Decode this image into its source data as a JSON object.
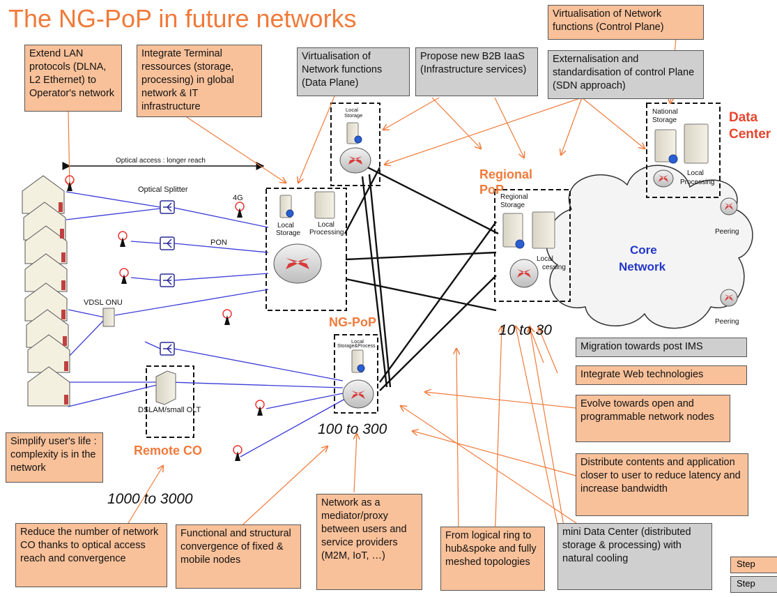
{
  "title": "The NG-PoP in future networks",
  "boxes": {
    "extend_lan": "Extend LAN protocols (DLNA, L2 Ethernet) to Operator's network",
    "integrate_terminal": "Integrate Terminal ressources (storage, processing) in global network & IT infrastructure",
    "virt_data_plane": "Virtualisation of Network functions (Data Plane)",
    "b2b_iaas": "Propose new B2B IaaS (Infrastructure services)",
    "virt_control_plane": "Virtualisation of Network functions (Control Plane)",
    "externalisation": "Externalisation and standardisation of control Plane (SDN approach)",
    "migration_ims": "Migration towards post IMS",
    "integrate_web": "Integrate Web technologies",
    "evolve_open": "Evolve towards open and programmable network nodes",
    "distribute_contents": "Distribute contents and application closer to user to reduce latency and increase bandwidth",
    "mini_dc": "mini Data Center (distributed storage & processing) with natural cooling",
    "logical_ring": "From logical ring to hub&spoke and fully meshed topologies",
    "network_mediator": "Network as a mediator/proxy between users and service providers (M2M, IoT, …)",
    "functional_convergence": "Functional and structural convergence of fixed & mobile nodes",
    "reduce_co": "Reduce the number of network CO thanks to optical access reach and convergence",
    "simplify_life": "Simplify user's life : complexity is in the network"
  },
  "labels": {
    "optical_access": "Optical access : longer reach",
    "optical_splitter": "Optical Splitter",
    "pon": "PON",
    "four_g": "4G",
    "vdsl_onu": "VDSL ONU",
    "dslam": "DSLAM/small OLT",
    "remote_co": "Remote  CO",
    "ng_pop": "NG-PoP",
    "regional_pop_1": "Regional",
    "regional_pop_2": "PoP",
    "data_center_1": "Data",
    "data_center_2": "Center",
    "core_network_1": "Core",
    "core_network_2": "Network",
    "peering_1": "Peering",
    "peering_2": "Peering",
    "local_storage_top_1": "Local",
    "local_storage_top_2": "Storage",
    "local_storage_mid_1": "Local",
    "local_storage_mid_2": "Storage",
    "local_processing_mid_1": "Local",
    "local_processing_mid_2": "Processing",
    "local_storage_process_1": "Local",
    "local_storage_process_2": "Storage&Process",
    "regional_storage_1": "Regional",
    "regional_storage_2": "Storage",
    "regional_local_1": "Local",
    "regional_local_2": "cessing",
    "national_storage_1": "National",
    "national_storage_2": "Storage",
    "national_local_1": "Local",
    "national_local_2": "Processing",
    "range_regional": "10 to 30",
    "range_ngpop": "100 to 300",
    "range_co": "1000 to 3000"
  },
  "legend": [
    "Step",
    "Step"
  ],
  "colors": {
    "orange_box": "#f9c19a",
    "gray_box": "#cfcfcf",
    "title_orange": "#f07a3a",
    "data_center_red": "#e8452e",
    "core_blue": "#2236c8",
    "access_line_blue": "#3a3ad8",
    "arrow_orange": "#f07a3a"
  }
}
